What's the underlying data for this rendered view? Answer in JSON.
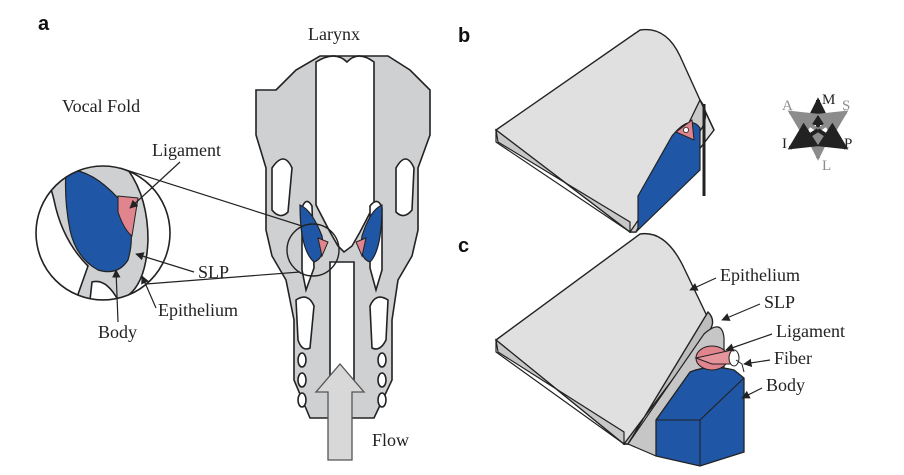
{
  "panels": {
    "a": "a",
    "b": "b",
    "c": "c"
  },
  "panel_a": {
    "title": "Larynx",
    "vocal_fold_title": "Vocal Fold",
    "labels": {
      "ligament": "Ligament",
      "slp": "SLP",
      "epithelium": "Epithelium",
      "body": "Body"
    },
    "flow_label": "Flow"
  },
  "panel_c": {
    "labels": {
      "epithelium": "Epithelium",
      "slp": "SLP",
      "ligament": "Ligament",
      "fiber": "Fiber",
      "body": "Body"
    }
  },
  "orientation": {
    "M": "M",
    "A": "A",
    "S": "S",
    "I": "I",
    "P": "P",
    "L": "L"
  },
  "colors": {
    "tissue_grey": "#cfd0d2",
    "body_blue": "#1f56a6",
    "ligament_pink": "#e0848e",
    "axis_grey": "#8c8c8c"
  }
}
